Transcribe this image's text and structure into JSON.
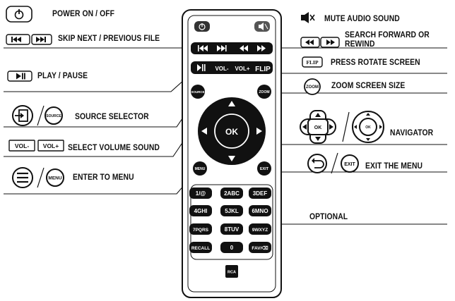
{
  "labels": {
    "power": "POWER ON / OFF",
    "skip": "SKIP  NEXT / PREVIOUS FILE",
    "play": "PLAY / PAUSE",
    "source": "SOURCE  SELECTOR",
    "volume": "SELECT VOLUME SOUND",
    "menu": "ENTER TO MENU",
    "mute": "MUTE AUDIO SOUND",
    "search_1": "SEARCH FORWARD OR",
    "search_2": "REWIND",
    "rotate": "PRESS ROTATE SCREEN",
    "zoom": "ZOOM SCREEN SIZE",
    "navigator": "NAVIGATOR",
    "exit": "EXIT THE MENU",
    "optional": "OPTIONAL"
  },
  "icons": {
    "vol_minus": "VOL-",
    "vol_plus": "VOL+",
    "source": "SOURCE",
    "menu": "MENU",
    "zoom": "ZOOM",
    "exit": "EXIT",
    "flip": "FLIP",
    "ok": "OK"
  },
  "remote": {
    "vol_minus": "VOL-",
    "vol_plus": "VOL+",
    "flip": "FLIP",
    "source": "SOURCE",
    "zoom": "ZOOM",
    "ok": "OK",
    "menu": "MENU",
    "exit": "EXIT",
    "keys": [
      [
        "1/@",
        "2ABC",
        "3DEF"
      ],
      [
        "4GHI",
        "5JKL",
        "6MNO"
      ],
      [
        "7PQRS",
        "8TUV",
        "9WXYZ"
      ],
      [
        "RECALL",
        "0",
        "FAV/⌫"
      ]
    ],
    "logo": "RCA"
  }
}
